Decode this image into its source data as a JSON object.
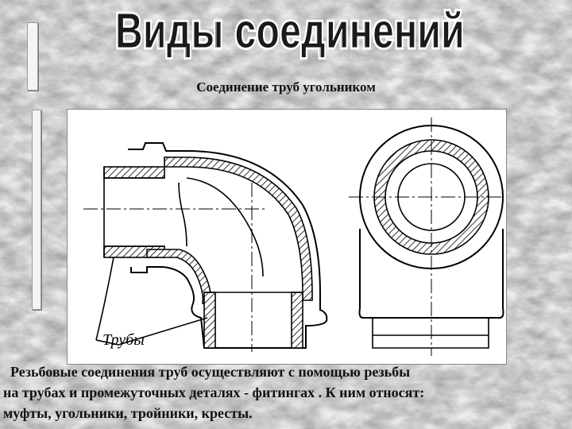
{
  "slide": {
    "title": "Виды соединений",
    "subtitle": "Соединение труб угольником",
    "drawing_label": "Трубы",
    "body_lines": [
      "  Резьбовые соединения труб осуществляют с помощью резьбы",
      "на трубах и промежуточных деталях - фитингах . К ним относят:",
      "муфты, угольники, тройники, кресты."
    ]
  },
  "colors": {
    "title_fill": "#1a1a1a",
    "text": "#111111",
    "drawing_stroke": "#000000",
    "panel_background": "#ffffff"
  }
}
